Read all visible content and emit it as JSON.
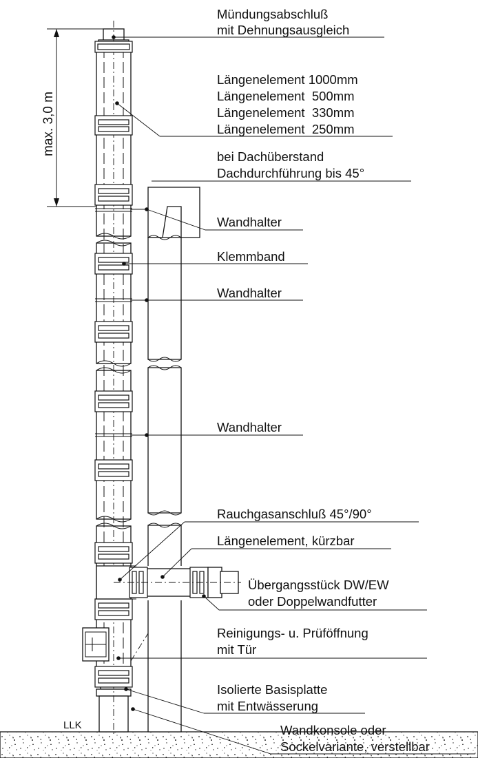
{
  "labels": {
    "muendung_1": "Mündungsabschluß",
    "muendung_2": "mit Dehnungsausgleich",
    "laenge_1000": "Längenelement 1000mm",
    "laenge_500": "Längenelement  500mm",
    "laenge_330": "Längenelement  330mm",
    "laenge_250": "Längenelement  250mm",
    "dach_1": "bei Dachüberstand",
    "dach_2": "Dachdurchführung bis 45°",
    "wandhalter_1": "Wandhalter",
    "klemmband": "Klemmband",
    "wandhalter_2": "Wandhalter",
    "wandhalter_3": "Wandhalter",
    "rauchgas": "Rauchgasanschluß 45°/90°",
    "laenge_kuerzbar": "Längenelement, kürzbar",
    "uebergang_1": "Übergangsstück DW/EW",
    "uebergang_2": "oder Doppelwandfutter",
    "reinigung_1": "Reinigungs- u. Prüföffnung",
    "reinigung_2": "mit Tür",
    "basis_1": "Isolierte Basisplatte",
    "basis_2": "mit Entwässerung",
    "konsole_1": "Wandkonsole oder",
    "konsole_2": "Sockelvariante, verstellbar"
  },
  "dimension": {
    "label": "max. 3,0 m"
  },
  "footer": {
    "mark": "LLK"
  }
}
